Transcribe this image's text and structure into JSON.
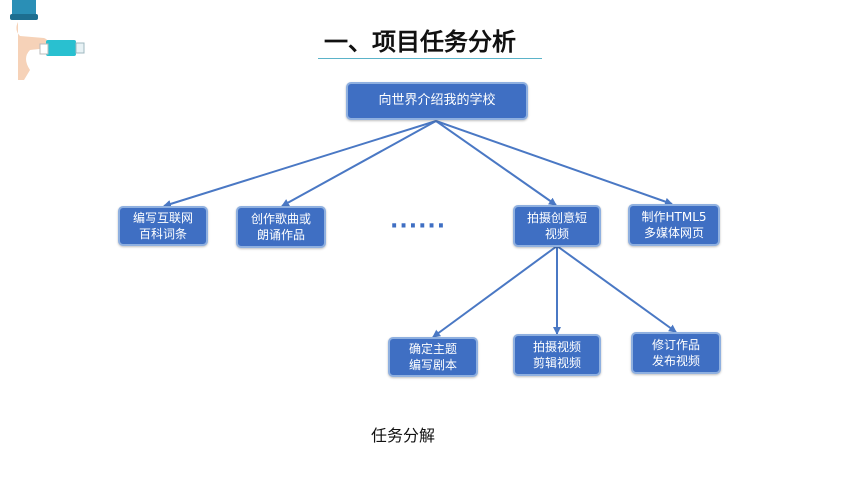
{
  "header": {
    "title": "一、项目任务分析"
  },
  "diagram": {
    "root": "向世界介绍我的学校",
    "tasks": [
      "编写互联网\n百科词条",
      "创作歌曲或\n朗诵作品",
      "拍摄创意短\n视频",
      "制作HTML5\n多媒体网页"
    ],
    "ellipsis": "······",
    "subtasks": [
      "确定主题\n编写剧本",
      "拍摄视频\n剪辑视频",
      "修订作品\n发布视频"
    ]
  },
  "caption": "任务分解",
  "colors": {
    "node_fill": "#3f6fc3",
    "node_border": "#8fb0e0",
    "edge": "#4a78c4",
    "title_rule": "#5bb3c9"
  },
  "icons": {
    "decoration": "hand-holding-usb-drive-icon"
  }
}
